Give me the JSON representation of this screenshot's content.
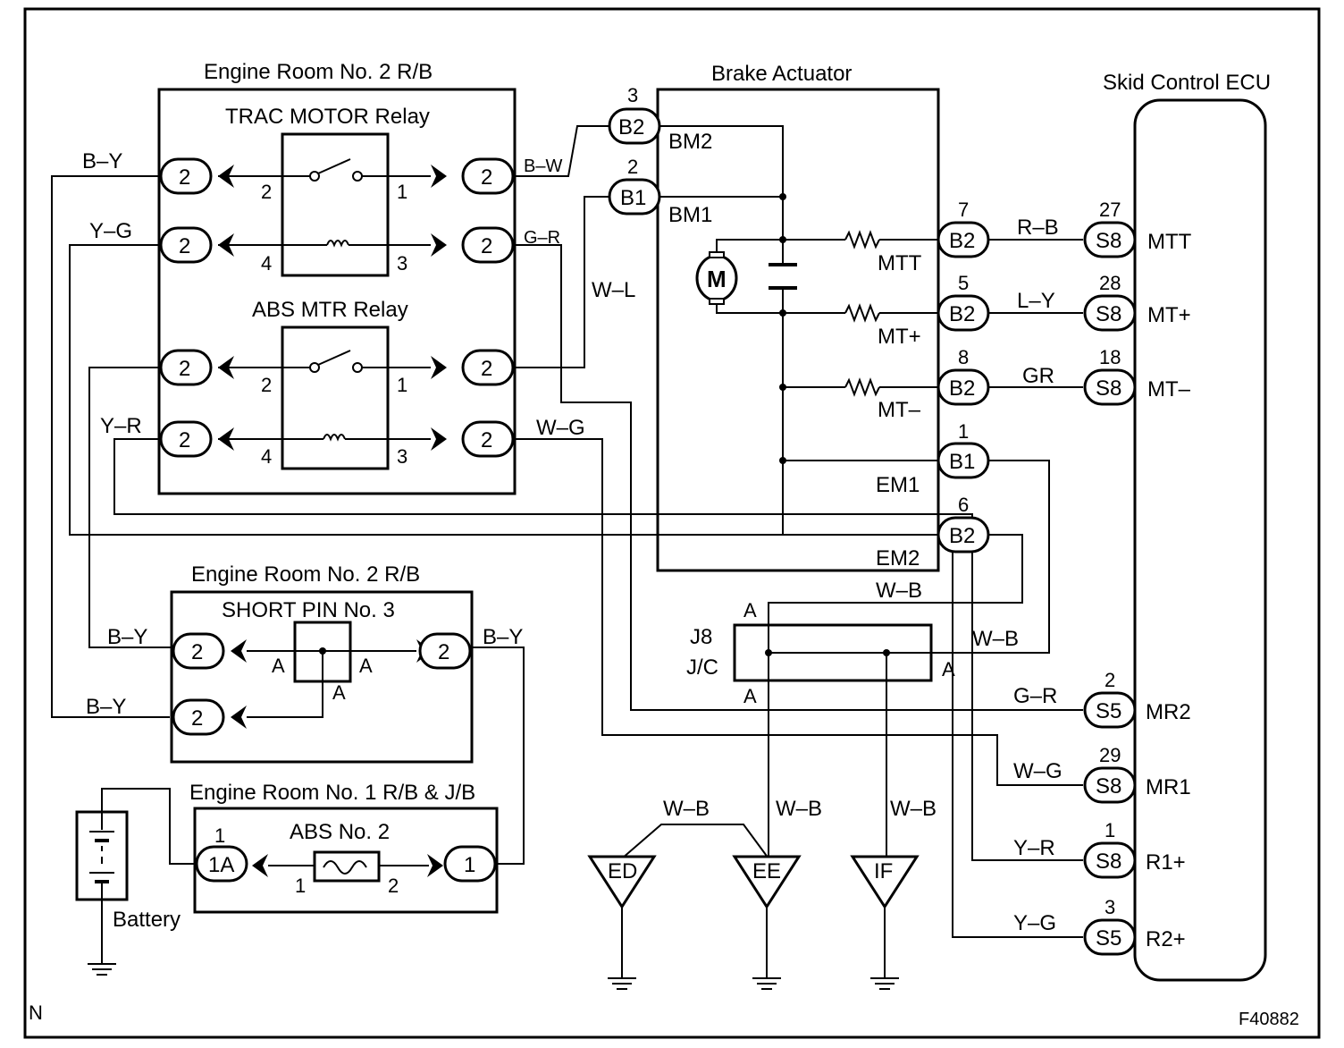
{
  "blocks": {
    "er2_top": "Engine Room No. 2 R/B",
    "trac_relay": "TRAC MOTOR Relay",
    "abs_relay": "ABS MTR Relay",
    "brake_actuator": "Brake Actuator",
    "skid_ecu": "Skid Control ECU",
    "er2_bottom": "Engine Room No. 2 R/B",
    "short_pin": "SHORT PIN No. 3",
    "er1": "Engine Room No. 1 R/B & J/B",
    "abs2": "ABS No. 2",
    "battery": "Battery",
    "j8": "J8",
    "jc": "J/C"
  },
  "connectors": {
    "c2": "2",
    "b1": "B1",
    "b2": "B2",
    "s5": "S5",
    "s8": "S8",
    "c1a": "1A",
    "c1": "1",
    "motor": "M"
  },
  "pin_numbers": {
    "n1": "1",
    "n2": "2",
    "n3": "3",
    "n4": "4",
    "n5": "5",
    "n6": "6",
    "n7": "7",
    "n8": "8",
    "n18": "18",
    "n27": "27",
    "n28": "28",
    "n29": "29",
    "a": "A"
  },
  "terminals": {
    "bm1": "BM1",
    "bm2": "BM2",
    "mtt": "MTT",
    "mtp": "MT+",
    "mtm": "MT–",
    "em1": "EM1",
    "em2": "EM2",
    "mr1": "MR1",
    "mr2": "MR2",
    "r1": "R1+",
    "r2": "R2+"
  },
  "wires": {
    "by": "B–Y",
    "yg": "Y–G",
    "yr": "Y–R",
    "bw": "B–W",
    "gr": "G–R",
    "wl": "W–L",
    "wg": "W–G",
    "rb": "R–B",
    "ly": "L–Y",
    "gr2": "GR",
    "wb": "W–B"
  },
  "grounds": {
    "ed": "ED",
    "ee": "EE",
    "if": "IF"
  },
  "corner": {
    "left": "N",
    "code": "F40882"
  }
}
